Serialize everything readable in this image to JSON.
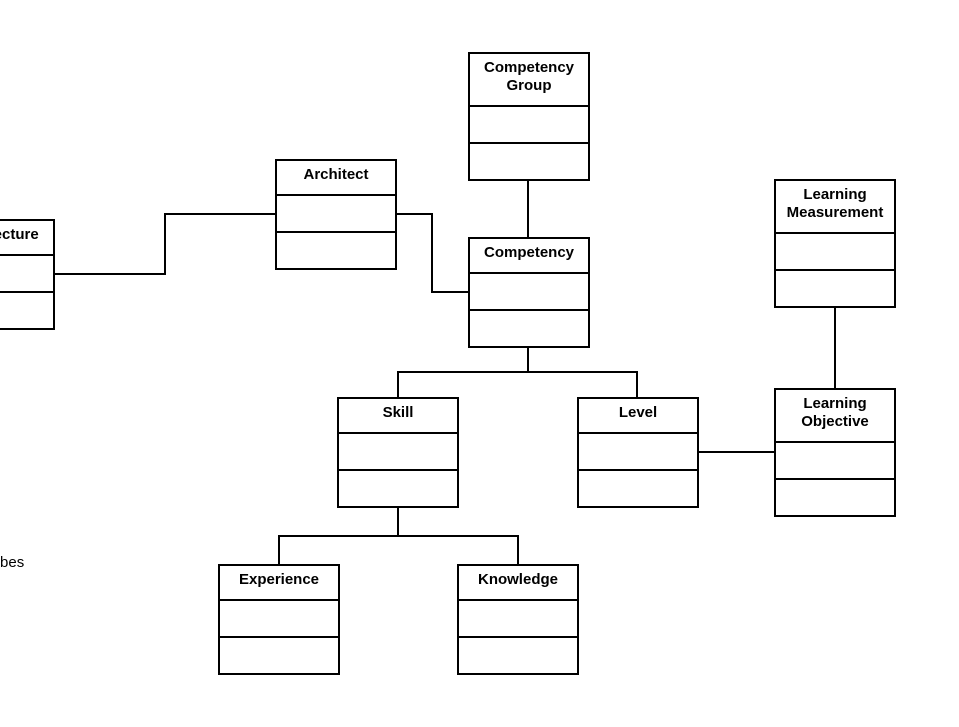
{
  "diagram": {
    "classes": [
      {
        "id": "architecture",
        "title": "Architecture"
      },
      {
        "id": "architect",
        "title": "Architect"
      },
      {
        "id": "competency-group",
        "title": "Competency\nGroup"
      },
      {
        "id": "competency",
        "title": "Competency"
      },
      {
        "id": "learning-measurement",
        "title": "Learning\nMeasurement"
      },
      {
        "id": "skill",
        "title": "Skill"
      },
      {
        "id": "level",
        "title": "Level"
      },
      {
        "id": "learning-objective",
        "title": "Learning\nObjective"
      },
      {
        "id": "experience",
        "title": "Experience"
      },
      {
        "id": "knowledge",
        "title": "Knowledge"
      }
    ],
    "labels": {
      "partial_relation": "describes"
    },
    "line_color": "#000000",
    "background_color": "#ffffff"
  }
}
